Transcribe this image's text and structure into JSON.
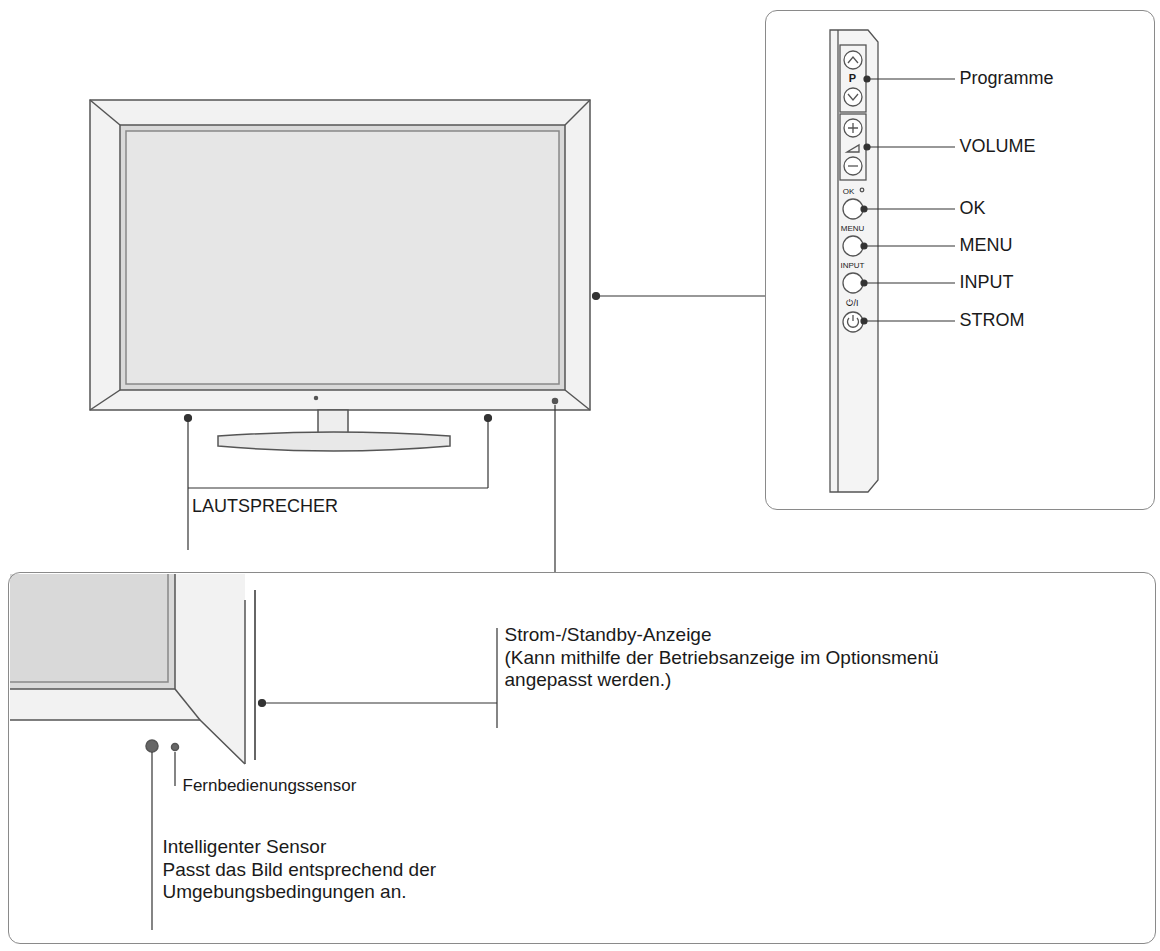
{
  "diagram": {
    "nodes": [
      {
        "text": [
          "P",
          "OK",
          "MENU",
          "INPUT",
          "⏻/I",
          "Programme",
          "VOLUME",
          "OK",
          "MENU",
          "INPUT",
          "STROM"
        ]
      },
      {
        "text": [
          "Strom-/Standby-Anzeige",
          "(Kann mithilfe der Betriebsanzeige im Optionsmenü angepasst werden.)",
          "Fernbedienungssensor",
          "Intelligenter Sensor",
          "Passt das Bild entsprechend der Umgebungsbedingungen an."
        ]
      }
    ],
    "labels": [
      "LAUTSPRECHER"
    ]
  }
}
